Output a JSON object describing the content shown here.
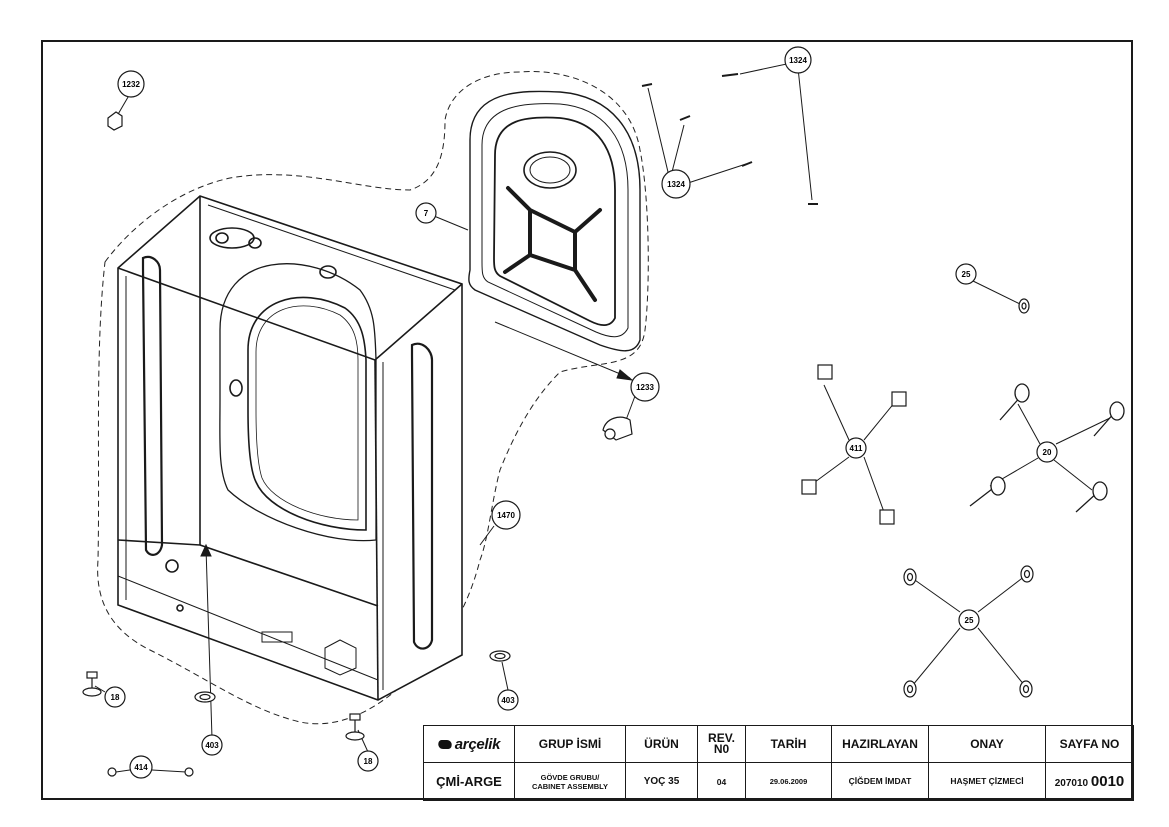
{
  "callouts": {
    "c1232": "1232",
    "c1324a": "1324",
    "c1324b": "1324",
    "c7": "7",
    "c25a": "25",
    "c1233": "1233",
    "c411": "411",
    "c20": "20",
    "c1470": "1470",
    "c25b": "25",
    "c18a": "18",
    "c403a": "403",
    "c403b": "403",
    "c18b": "18",
    "c414": "414"
  },
  "titleblock": {
    "logo": "arçelik",
    "col_group": "GRUP İSMİ",
    "col_product": "ÜRÜN",
    "col_rev": "REV.\nN0",
    "col_date": "TARİH",
    "col_prepared": "HAZIRLAYAN",
    "col_approval": "ONAY",
    "col_page": "SAYFA NO",
    "dept": "ÇMİ-ARGE",
    "group_line1": "GÖVDE GRUBU/",
    "group_line2": "CABINET ASSEMBLY",
    "product": "YOÇ 35",
    "rev": "04",
    "date": "29.06.2009",
    "prepared": "ÇİĞDEM İMDAT",
    "approval": "HAŞMET ÇİZMECİ",
    "page_prefix": "207010",
    "page_suffix": "0010"
  }
}
